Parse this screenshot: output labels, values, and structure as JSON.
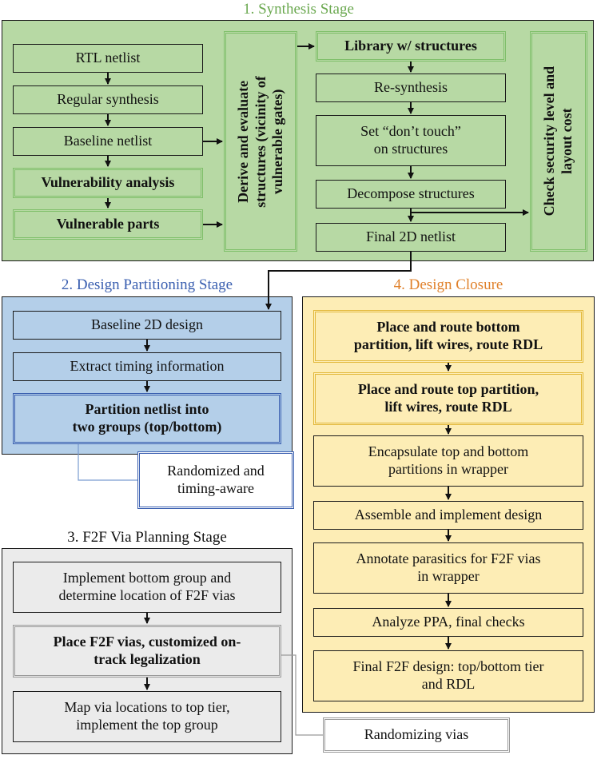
{
  "synthesis": {
    "title": "1. Synthesis Stage",
    "rtl_netlist": "RTL netlist",
    "regular_synthesis": "Regular synthesis",
    "baseline_netlist": "Baseline netlist",
    "vulnerability_analysis": "Vulnerability analysis",
    "vulnerable_parts": "Vulnerable parts",
    "derive_line1": "Derive and evaluate",
    "derive_line2": "structures (vicinity of",
    "derive_line3": "vulnerable gates)",
    "library": "Library w/ structures",
    "resynthesis": "Re-synthesis",
    "dont_touch_line1": "Set “don’t touch”",
    "dont_touch_line2": "on structures",
    "decompose": "Decompose structures",
    "final_2d": "Final 2D netlist",
    "check_line1": "Check security level and",
    "check_line2": "layout cost"
  },
  "partitioning": {
    "title": "2. Design Partitioning Stage",
    "baseline_2d": "Baseline 2D design",
    "extract_timing": "Extract timing information",
    "partition_line1": "Partition netlist into",
    "partition_line2": "two groups (top/bottom)",
    "note_line1": "Randomized and",
    "note_line2": "timing-aware"
  },
  "f2f": {
    "title": "3. F2F Via Planning Stage",
    "implement_line1": "Implement bottom group and",
    "implement_line2": "determine location of F2F vias",
    "place_line1": "Place F2F vias, customized on-",
    "place_line2": "track legalization",
    "map_line1": "Map via locations to top tier,",
    "map_line2": "implement the top group",
    "note": "Randomizing vias"
  },
  "closure": {
    "title": "4. Design Closure",
    "pr_bottom_line1": "Place and route bottom",
    "pr_bottom_line2": "partition, lift wires, route RDL",
    "pr_top_line1": "Place and route top partition,",
    "pr_top_line2": "lift wires, route RDL",
    "encapsulate_line1": "Encapsulate top and bottom",
    "encapsulate_line2": "partitions in wrapper",
    "assemble": "Assemble and implement design",
    "annotate_line1": "Annotate parasitics for F2F vias",
    "annotate_line2": "in wrapper",
    "analyze": "Analyze PPA, final checks",
    "final_line1": "Final F2F design: top/bottom tier",
    "final_line2": "and RDL"
  },
  "colors": {
    "synthesis_bg": "#b7d9a4",
    "partitioning_bg": "#b4cfe9",
    "f2f_bg": "#ebebeb",
    "closure_bg": "#fdedb5",
    "synthesis_title": "#6aa84f",
    "partitioning_title": "#3a5fb0",
    "closure_title": "#e0812b"
  }
}
